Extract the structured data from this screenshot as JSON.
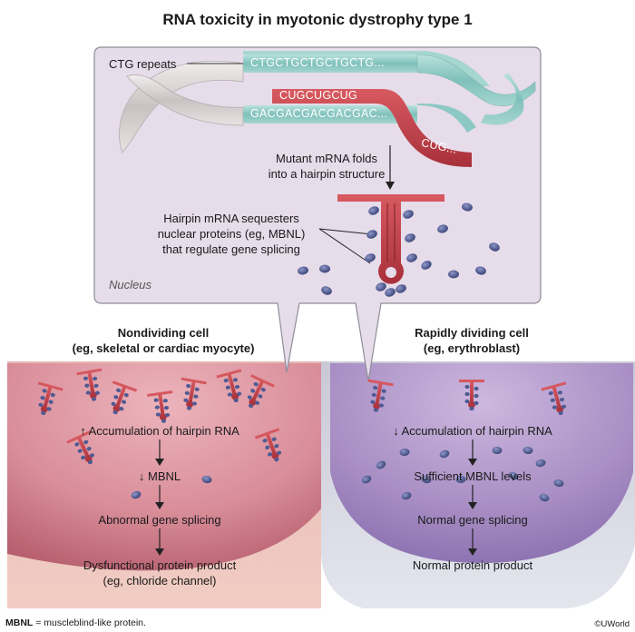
{
  "title": "RNA toxicity in myotonic dystrophy type 1",
  "nucleus": {
    "ctg_label": "CTG repeats",
    "seq_top": "CTGCTGCTGCTGCTG...",
    "seq_mrna": "CUGCUGCUG",
    "seq_bottom": "GACGACGACGACGAC...",
    "seq_tail": "CUG...",
    "fold_label_1": "Mutant mRNA folds",
    "fold_label_2": "into a hairpin structure",
    "sequester_1": "Hairpin mRNA sequesters",
    "sequester_2": "nuclear proteins (eg, MBNL)",
    "sequester_3": "that regulate gene splicing",
    "nucleus_label": "Nucleus"
  },
  "left_cell": {
    "heading_1": "Nondividing cell",
    "heading_2": "(eg, skeletal or cardiac myocyte)",
    "step1": "↑ Accumulation of hairpin RNA",
    "step2": "↓ MBNL",
    "step3": "Abnormal gene splicing",
    "step4a": "Dysfunctional protein product",
    "step4b": "(eg, chloride channel)"
  },
  "right_cell": {
    "heading_1": "Rapidly dividing cell",
    "heading_2": "(eg, erythroblast)",
    "step1": "↓ Accumulation of hairpin RNA",
    "step2": "Sufficient MBNL levels",
    "step3": "Normal gene splicing",
    "step4": "Normal protein product"
  },
  "footer": {
    "abbrev": "MBNL",
    "definition": " = muscleblind-like protein.",
    "credit": "©UWorld"
  },
  "colors": {
    "panel_bg": "#e7dcea",
    "left_cell": "#d98e9a",
    "right_cell": "#a98fc4",
    "hairpin": "#c9414a",
    "protein": "#4f5a93",
    "dna_teal": "#8cc9c4"
  }
}
